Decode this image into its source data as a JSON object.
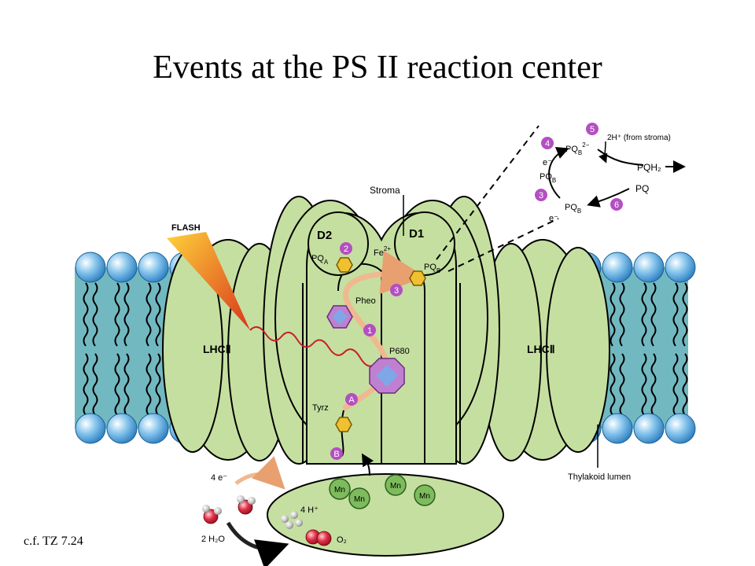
{
  "slide": {
    "title": "Events at the PS II reaction center",
    "citation": "c.f. TZ 7.24"
  },
  "labels": {
    "stroma": "Stroma",
    "flash": "FLASH",
    "d2": "D2",
    "d1": "D1",
    "lhc_left": "LHCⅡ",
    "lhc_right": "LHCⅡ",
    "thylakoid_lumen": "Thylakoid lumen",
    "pqa": "PQ",
    "pqa_sub": "A",
    "fe": "Fe",
    "fe_sup": "2+",
    "pqb": "PQ",
    "pqb_sub": "B",
    "pheo": "Pheo",
    "p680": "P680",
    "tyrz": "Tyrz",
    "electrons_4": "4 e⁻",
    "protons_4": "4 H⁺",
    "water": "2 H₂O",
    "oxygen": "O₂",
    "mn": "Mn"
  },
  "cycle": {
    "pqb2_main": "PQ",
    "pqb2_sub": "B",
    "pqb2_sup": "2−",
    "protons": "2H⁺ (from stroma)",
    "pqh2": "PQH₂",
    "pqb_radical": "PQ",
    "pqb_radical_sub": "B",
    "pq": "PQ",
    "pqb_main": "PQ",
    "pqb_main_sub": "B",
    "electron": "e⁻"
  },
  "steps": {
    "s1": "1",
    "s2": "2",
    "s3": "3",
    "s4": "4",
    "s5": "5",
    "s6": "6",
    "sA": "A",
    "sB": "B"
  },
  "colors": {
    "protein": "#c5dfa0",
    "membrane": "#72b8c0",
    "lipid_head": "#4f9fd8",
    "step_badge": "#b44fc2",
    "mn_cluster": "#7dbb5c",
    "water_red": "#d8243f",
    "electron_arrow": "#f0b890"
  }
}
